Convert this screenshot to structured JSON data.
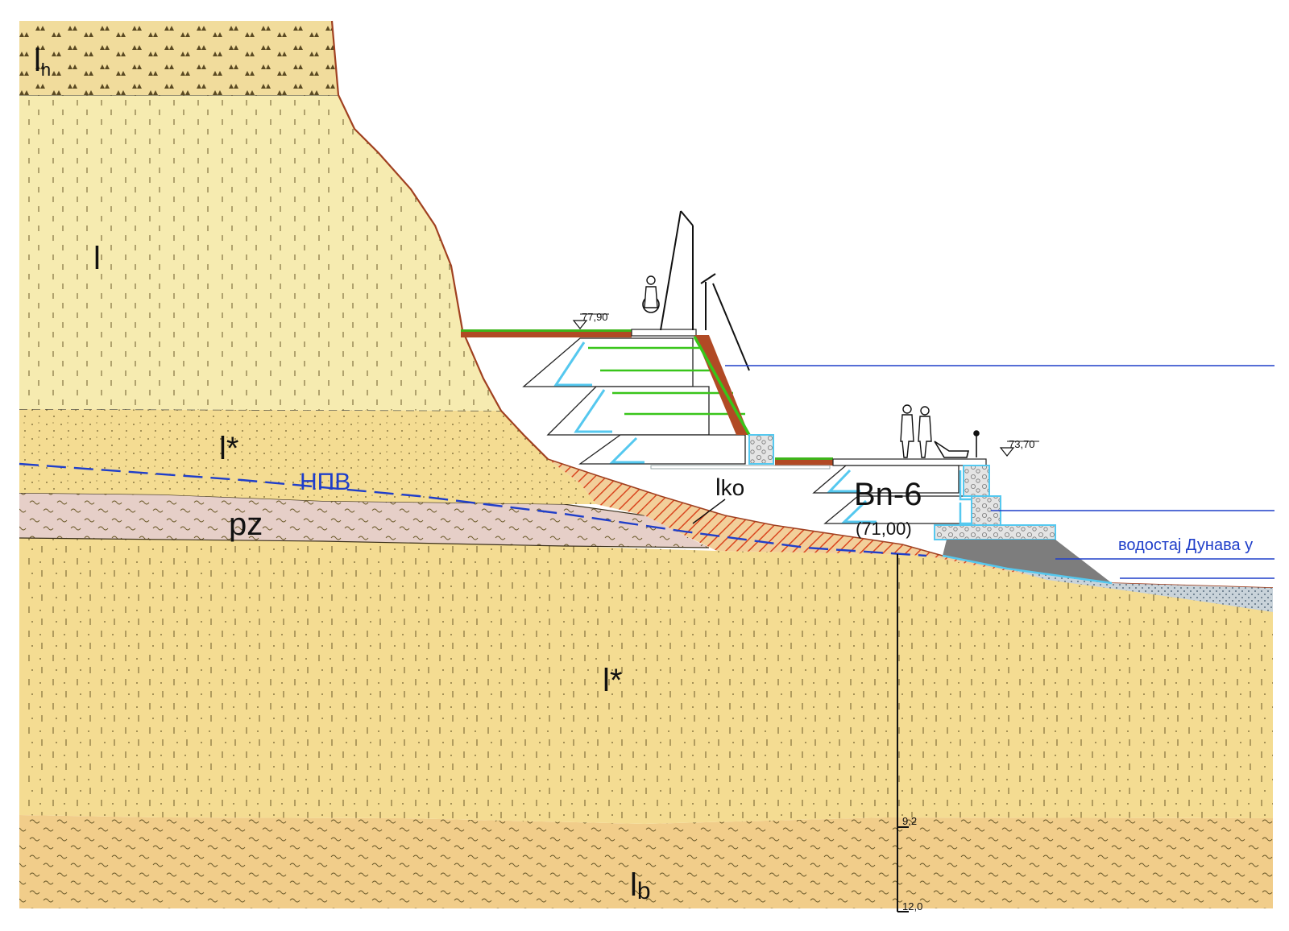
{
  "labels": {
    "loess_top": "l",
    "loess_top_sub": "h",
    "loess": "l",
    "loess_star_upper": "l*",
    "groundwater": "НПВ",
    "paleosol": "pz",
    "loess_colluvium": "l",
    "loess_colluvium_sub": "ko",
    "borehole": "Bn-6",
    "borehole_elev": "(71,00)",
    "danube_level": "водостај Дунава у",
    "loess_star_lower": "l*",
    "loess_bottom": "l",
    "loess_bottom_sub": "b",
    "depth_1": "9,2",
    "depth_2": "12,0",
    "elev_upper": "77,90",
    "elev_lower": "73,70"
  },
  "colors": {
    "loess_light": "#f6ebb0",
    "loess_star": "#f4dc92",
    "paleosol": "#e6cfc8",
    "loess_bottom": "#f1cd8a",
    "colluvium_hatch": "#d9461f",
    "water_line": "#1f3ec9",
    "concrete_edge": "#55c8ef",
    "geogrid": "#39c51a"
  }
}
